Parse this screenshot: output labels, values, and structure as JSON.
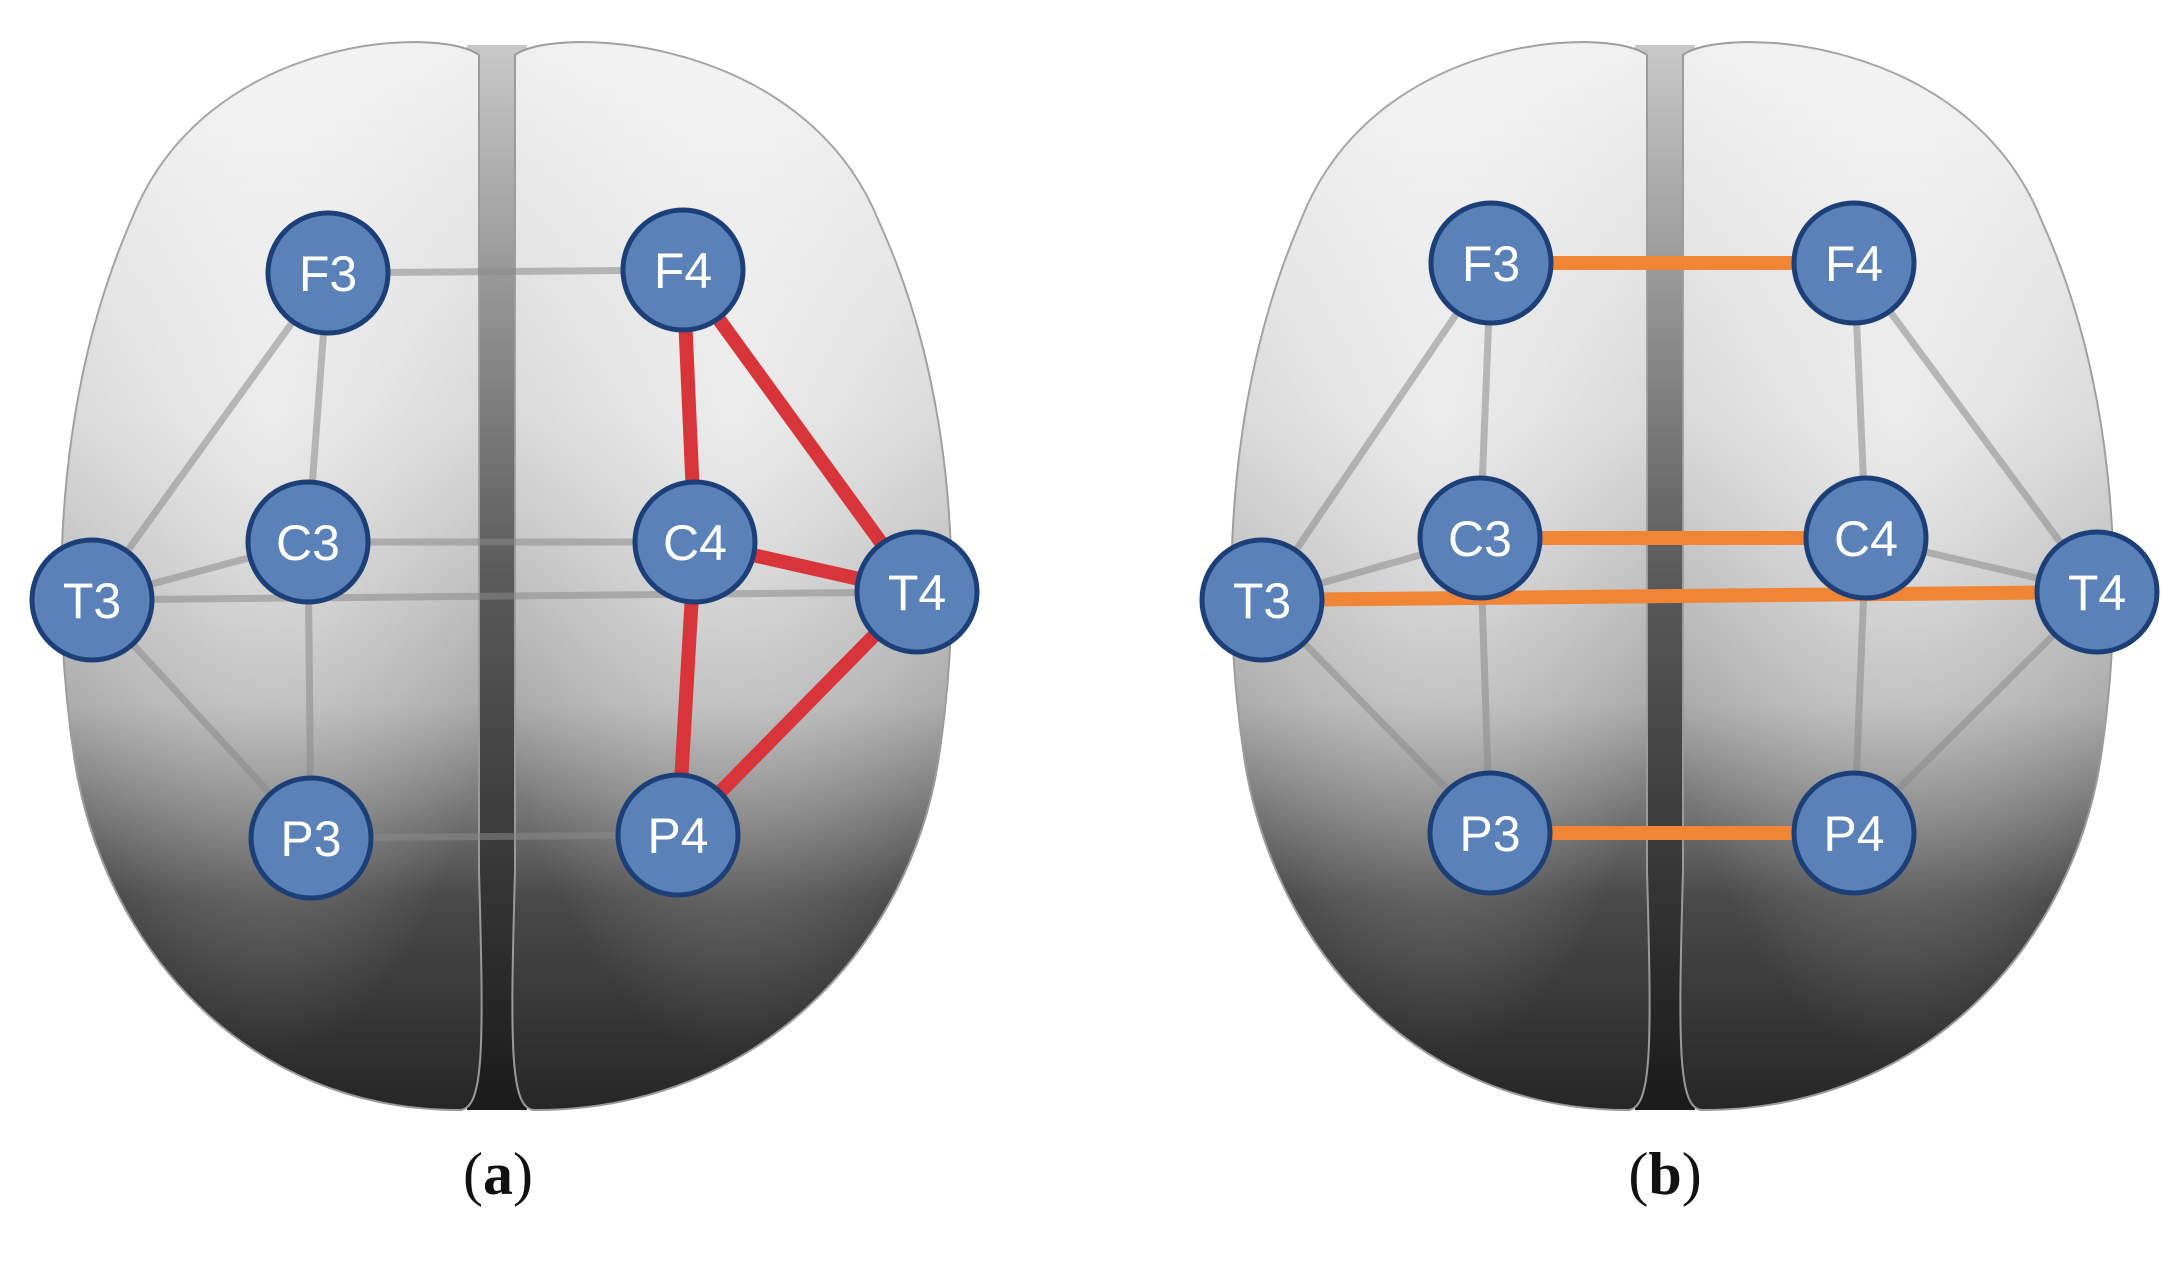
{
  "colors": {
    "node_fill": "#5b82b8",
    "node_stroke": "#1d3f78",
    "node_text": "#ffffff",
    "gray_edge": "#8a8a8a",
    "red_edge": "#d8353a",
    "orange_edge": "#f08536",
    "brain_light": "#dcdcdc",
    "brain_dark": "#2e2e2e"
  },
  "electrodes": [
    "F3",
    "F4",
    "C3",
    "C4",
    "T3",
    "T4",
    "P3",
    "P4"
  ],
  "panels": [
    {
      "label_open": "(",
      "label_letter": "a",
      "label_close": ")",
      "highlight": "red",
      "edges": [
        {
          "from": "F3",
          "to": "F4",
          "highlight": false
        },
        {
          "from": "F3",
          "to": "C3",
          "highlight": false
        },
        {
          "from": "F3",
          "to": "T3",
          "highlight": false
        },
        {
          "from": "C3",
          "to": "T3",
          "highlight": false
        },
        {
          "from": "C3",
          "to": "C4",
          "highlight": false
        },
        {
          "from": "C3",
          "to": "P3",
          "highlight": false
        },
        {
          "from": "T3",
          "to": "P3",
          "highlight": false
        },
        {
          "from": "T3",
          "to": "T4",
          "highlight": false
        },
        {
          "from": "P3",
          "to": "P4",
          "highlight": false
        },
        {
          "from": "F4",
          "to": "C4",
          "highlight": true
        },
        {
          "from": "F4",
          "to": "T4",
          "highlight": true
        },
        {
          "from": "C4",
          "to": "T4",
          "highlight": true
        },
        {
          "from": "C4",
          "to": "P4",
          "highlight": true
        },
        {
          "from": "T4",
          "to": "P4",
          "highlight": true
        }
      ]
    },
    {
      "label_open": "(",
      "label_letter": "b",
      "label_close": ")",
      "highlight": "orange",
      "edges": [
        {
          "from": "F3",
          "to": "C3",
          "highlight": false
        },
        {
          "from": "F3",
          "to": "T3",
          "highlight": false
        },
        {
          "from": "C3",
          "to": "T3",
          "highlight": false
        },
        {
          "from": "C3",
          "to": "P3",
          "highlight": false
        },
        {
          "from": "T3",
          "to": "P3",
          "highlight": false
        },
        {
          "from": "F4",
          "to": "C4",
          "highlight": false
        },
        {
          "from": "F4",
          "to": "T4",
          "highlight": false
        },
        {
          "from": "C4",
          "to": "T4",
          "highlight": false
        },
        {
          "from": "C4",
          "to": "P4",
          "highlight": false
        },
        {
          "from": "T4",
          "to": "P4",
          "highlight": false
        },
        {
          "from": "F3",
          "to": "F4",
          "highlight": true
        },
        {
          "from": "C3",
          "to": "C4",
          "highlight": true
        },
        {
          "from": "T3",
          "to": "T4",
          "highlight": true
        },
        {
          "from": "P3",
          "to": "P4",
          "highlight": true
        }
      ]
    }
  ]
}
